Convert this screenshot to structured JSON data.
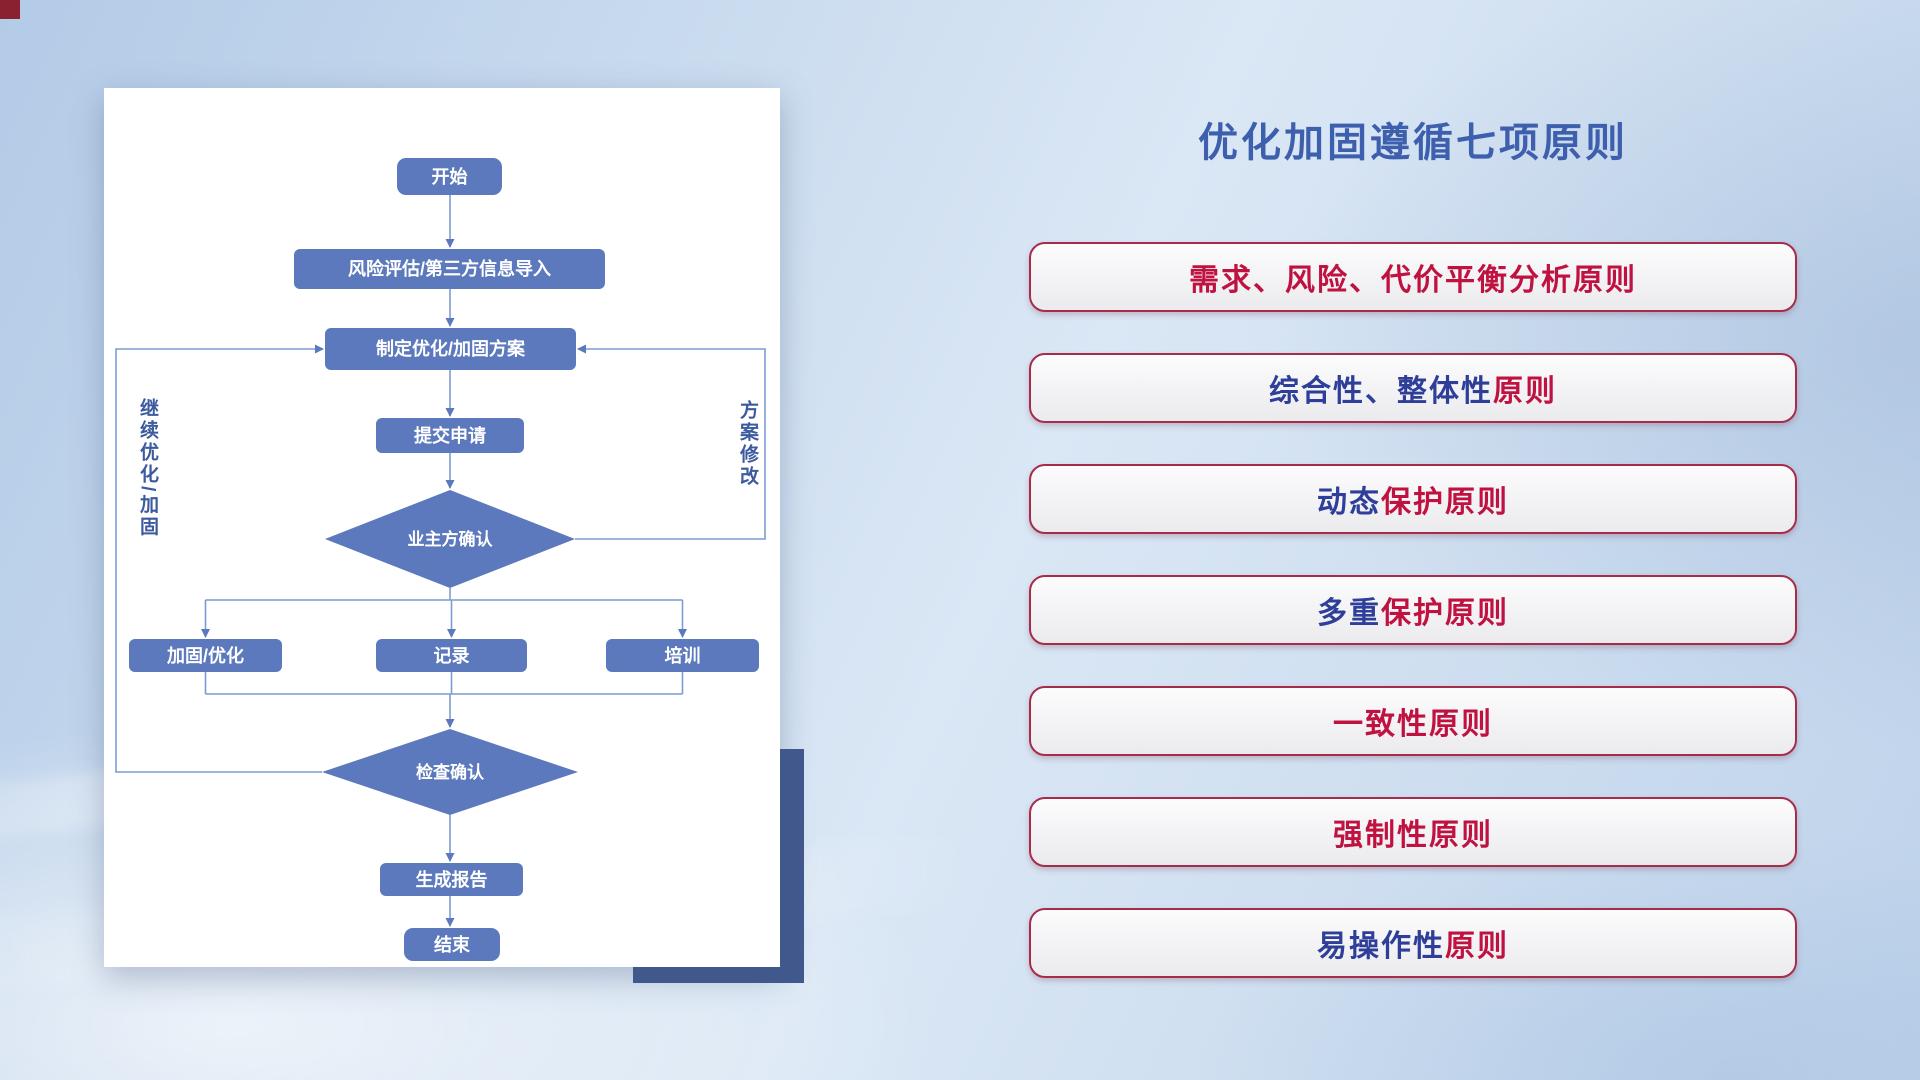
{
  "slide": {
    "title": "优化加固遵循七项原则"
  },
  "colors": {
    "title_blue": "#3d5fae",
    "principle_blue": "#2e3e99",
    "principle_red": "#c01240",
    "pill_border": "#a72b4a",
    "node_fill": "#5b79bc",
    "line_blue": "#7b9cd0",
    "arrow_blue": "#5b79bc",
    "vlabel_blue": "#3c5a9e",
    "accent_rect": "#41598e",
    "corner_red": "#8a2130"
  },
  "flowchart": {
    "nodes": {
      "start": "开始",
      "risk": "风险评估/第三方信息导入",
      "plan": "制定优化/加固方案",
      "submit": "提交申请",
      "owner_confirm": "业主方确认",
      "reinforce": "加固/优化",
      "record": "记录",
      "training": "培训",
      "check_confirm": "检查确认",
      "report": "生成报告",
      "end": "结束"
    },
    "edge_labels": {
      "left_loop": "继续优化/加固",
      "right_loop": "方案修改"
    }
  },
  "principles": [
    {
      "segments": [
        {
          "text": "需求、风险、代价平衡分析原则",
          "color": "red"
        }
      ]
    },
    {
      "segments": [
        {
          "text": "综合性、整体性",
          "color": "blue"
        },
        {
          "text": "原则",
          "color": "red"
        }
      ]
    },
    {
      "segments": [
        {
          "text": "动态",
          "color": "blue"
        },
        {
          "text": "保护原则",
          "color": "red"
        }
      ]
    },
    {
      "segments": [
        {
          "text": "多重",
          "color": "blue"
        },
        {
          "text": "保护原则",
          "color": "red"
        }
      ]
    },
    {
      "segments": [
        {
          "text": "一致性原则",
          "color": "red"
        }
      ]
    },
    {
      "segments": [
        {
          "text": "强制性原则",
          "color": "red"
        }
      ]
    },
    {
      "segments": [
        {
          "text": "易操作性",
          "color": "blue"
        },
        {
          "text": "原则",
          "color": "red"
        }
      ]
    }
  ]
}
